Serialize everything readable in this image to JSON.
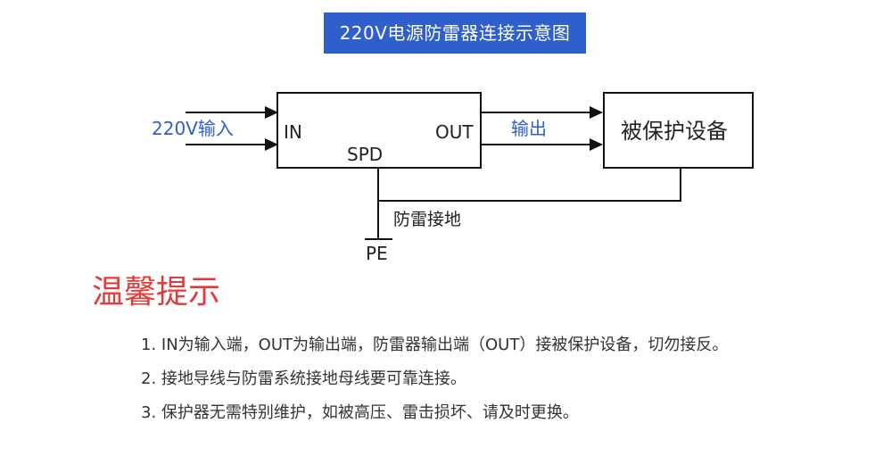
{
  "title": "220V电源防雷器连接示意图",
  "diagram": {
    "input_label": "220V输入",
    "spd_in": "IN",
    "spd_out": "OUT",
    "spd_name": "SPD",
    "output_label": "输出",
    "device": "被保护设备",
    "ground_label": "防雷接地",
    "pe": "PE"
  },
  "tips": {
    "heading": "温馨提示",
    "items": [
      "1. IN为输入端，OUT为输出端，防雷器输出端（OUT）接被保护设备，切勿接反。",
      "2. 接地导线与防雷系统接地母线要可靠连接。",
      "3. 保护器无需特别维护，如被高压、雷击损坏、请及时更换。"
    ]
  },
  "colors": {
    "accent_blue": "#2f5fcc",
    "heading_red": "#e53a3a"
  }
}
